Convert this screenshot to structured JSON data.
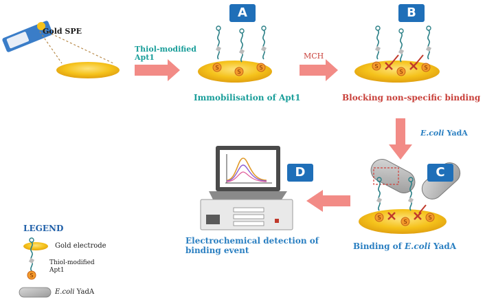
{
  "steps": {
    "a": "A",
    "b": "B",
    "c": "C",
    "d": "D"
  },
  "labels": {
    "gold_spe": "Gold SPE",
    "thiol_apt1_line1": "Thiol-modified",
    "thiol_apt1_line2": "Apt1",
    "mch": "MCH",
    "immobilisation": "Immobilisation of Apt1",
    "blocking": "Blocking non-specific binding",
    "ecoli_italic": "E.coli",
    "yada": " YadA",
    "binding_prefix": "Binding of ",
    "binding_species": "E.coli",
    "binding_suffix": " YadA",
    "detection_line1": "Electrochemical detection of",
    "detection_line2": "binding event"
  },
  "legend": {
    "title": "LEGEND",
    "gold_electrode": "Gold electrode",
    "thiol_line1": "Thiol-modified",
    "thiol_line2": "Apt1",
    "ecoli_italic": "E.coli",
    "ecoli_suffix": " YadA"
  },
  "colors": {
    "arrow": "#f28b86",
    "gold": "#f5c21b",
    "step_box": "#1f6fb8",
    "teal_text": "#1a9e9a",
    "red_text": "#c8403a",
    "blue_text": "#2a7fc1"
  }
}
